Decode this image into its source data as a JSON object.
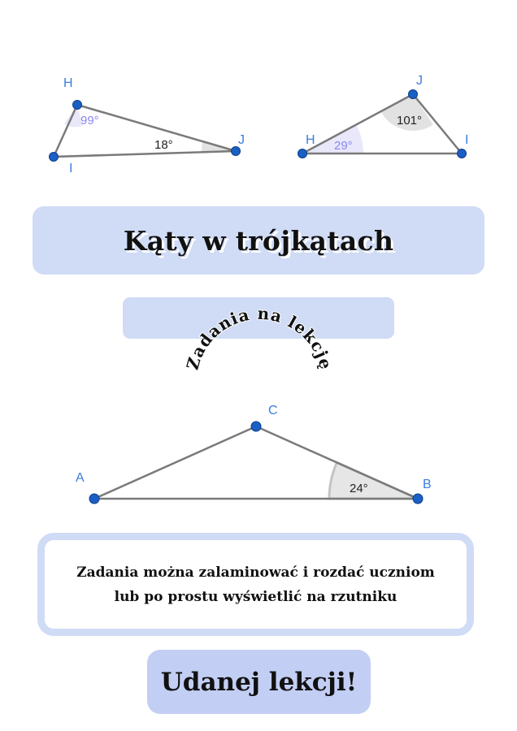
{
  "figures": {
    "triangle_1": {
      "vertices": {
        "H": "H",
        "I": "I",
        "J": "J"
      },
      "angles": {
        "H": "99°",
        "J": "18°"
      }
    },
    "triangle_2": {
      "vertices": {
        "H": "H",
        "J": "J",
        "I": "I"
      },
      "angles": {
        "J": "101°",
        "H": "29°"
      }
    },
    "triangle_3": {
      "vertices": {
        "A": "A",
        "B": "B",
        "C": "C"
      },
      "angles": {
        "B": "24°"
      }
    }
  },
  "title": "Kąty w trójkątach",
  "subtitle": "Zadania na lekcję",
  "info": {
    "line1": "Zadania można zalaminować i rozdać uczniom",
    "line2": "lub po prostu wyświetlić na rzutniku"
  },
  "closing": "Udanej lekcji!",
  "colors": {
    "box_fill": "#d0dbf5",
    "button_fill": "#c2cef3",
    "point": "#1a5fc4",
    "point_label": "#3b7ddd",
    "angle_purple": "#8a85f0",
    "segment": "#7a7a7a"
  }
}
